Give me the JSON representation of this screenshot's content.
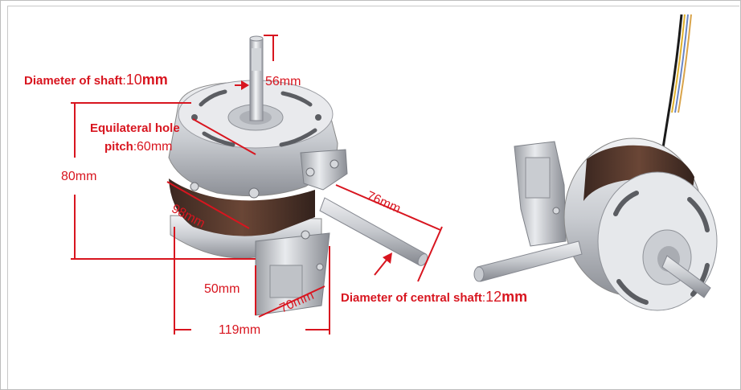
{
  "labels": {
    "shaft_diameter_prefix": "Diameter of shaft",
    "shaft_diameter_colon": ":",
    "shaft_diameter_value": "10",
    "shaft_diameter_unit": "mm",
    "shaft_length": "56mm",
    "hole_pitch_line1": "Equilateral hole",
    "hole_pitch_line2_prefix": "pitch",
    "hole_pitch_colon": ":",
    "hole_pitch_value": "60mm",
    "height": "80mm",
    "body_diameter": "98mm",
    "central_shaft_length": "76mm",
    "bracket_height": "50mm",
    "bracket_width": "70mm",
    "overall_width": "119mm",
    "central_shaft_prefix": "Diameter of central shaft",
    "central_shaft_colon": ":",
    "central_shaft_value": "12",
    "central_shaft_unit": "mm"
  },
  "colors": {
    "annotation": "#d8151f",
    "metal_light": "#e4e6ea",
    "metal_mid": "#b9bcc2",
    "metal_dark": "#7d8087",
    "copper": "#5a3a2c"
  }
}
